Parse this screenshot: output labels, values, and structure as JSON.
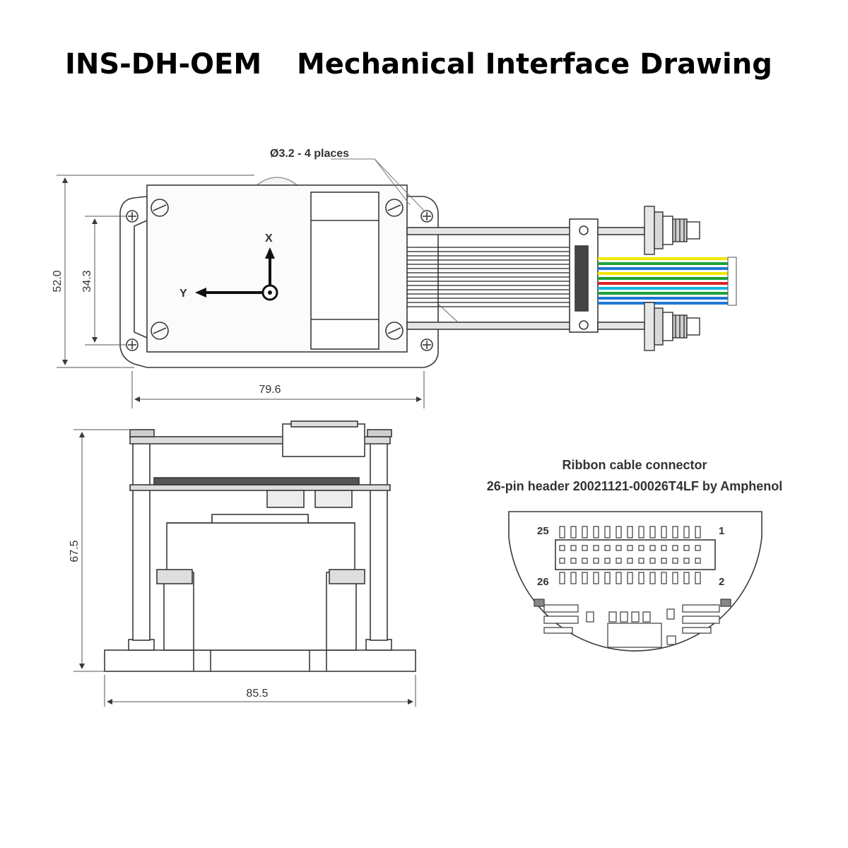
{
  "title": {
    "part": "INS-DH-OEM",
    "subtitle": "Mechanical Interface Drawing"
  },
  "top_view": {
    "hole_note": "Ø3.2 - 4 places",
    "dim_height_outer": "52.0",
    "dim_height_inner": "34.3",
    "dim_width": "79.6",
    "axis_x": "X",
    "axis_y": "Y"
  },
  "side_view": {
    "dim_height": "67.5",
    "dim_width": "85.5"
  },
  "connector": {
    "caption_line1": "Ribbon cable connector",
    "caption_line2": "26-pin header 20021121-00026T4LF by Amphenol",
    "pin_top_left": "25",
    "pin_top_right": "1",
    "pin_bottom_left": "26",
    "pin_bottom_right": "2",
    "pin_count": 26
  },
  "colors": {
    "line": "#3a3a3a",
    "wire_yellow": "#f2e600",
    "wire_green": "#1aa33a",
    "wire_blue": "#1e78d6",
    "wire_red": "#e0202a",
    "wire_cyan": "#19b4e6"
  }
}
